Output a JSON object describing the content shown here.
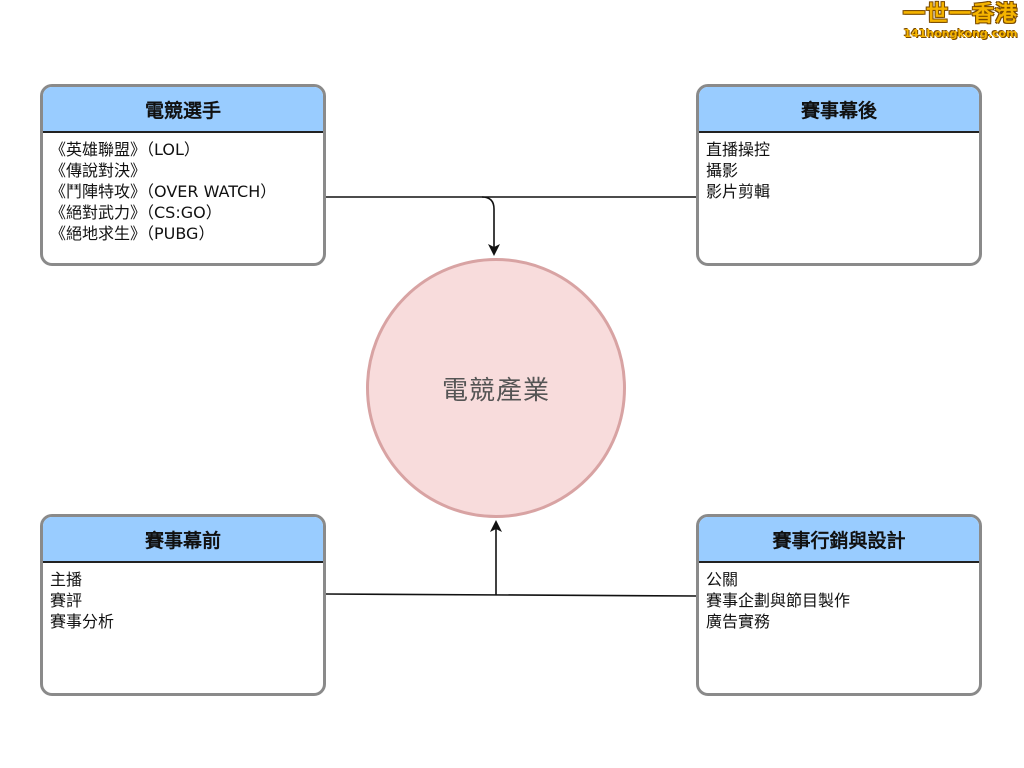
{
  "watermark": {
    "title": "一世一香港",
    "url": "141hongkong.com"
  },
  "hub": {
    "label": "電競產業"
  },
  "boxes": {
    "players": {
      "title": "電競選手",
      "items": [
        "《英雄聯盟》（LOL）",
        "《傳說對決》",
        "《鬥陣特攻》（OVER WATCH）",
        "《絕對武力》（CS:GO）",
        "《絕地求生》（PUBG）"
      ]
    },
    "backstage": {
      "title": "賽事幕後",
      "items": [
        "直播操控",
        "攝影",
        "影片剪輯"
      ]
    },
    "frontstage": {
      "title": "賽事幕前",
      "items": [
        "主播",
        "賽評",
        "賽事分析"
      ]
    },
    "marketing": {
      "title": "賽事行銷與設計",
      "items": [
        "公關",
        "賽事企劃與節目製作",
        "廣告實務"
      ]
    }
  },
  "colors": {
    "header_fill": "#99ccff",
    "box_border": "#8a8a8a",
    "hub_fill": "#f8dcdc",
    "hub_border": "#d8a3a3",
    "connector": "#111111"
  }
}
